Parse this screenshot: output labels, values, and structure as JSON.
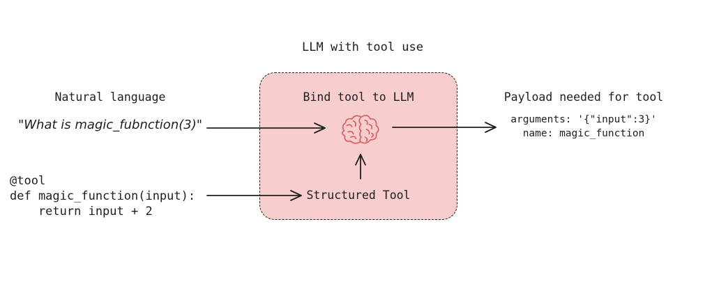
{
  "title": "LLM with tool use",
  "left": {
    "heading": "Natural language",
    "quote": "\"What is magic_fubnction(3)\"",
    "code": "@tool\ndef magic_function(input):\n    return input + 2"
  },
  "center": {
    "heading": "Bind tool to LLM",
    "tool_label": "Structured Tool",
    "icon": "brain-icon"
  },
  "right": {
    "heading": "Payload needed for tool",
    "payload": "arguments: '{\"input\":3}'\nname: magic_function"
  },
  "arrows": [
    "natural-language-to-llm",
    "llm-to-payload",
    "tool-code-to-structured-tool",
    "structured-tool-to-brain"
  ],
  "colors": {
    "text": "#1e1e1e",
    "arrow": "#1e1e1e",
    "box_fill": "#f7cdcd",
    "box_border": "#1e1e1e",
    "brain_stroke": "#d9605b",
    "background": "#ffffff"
  }
}
